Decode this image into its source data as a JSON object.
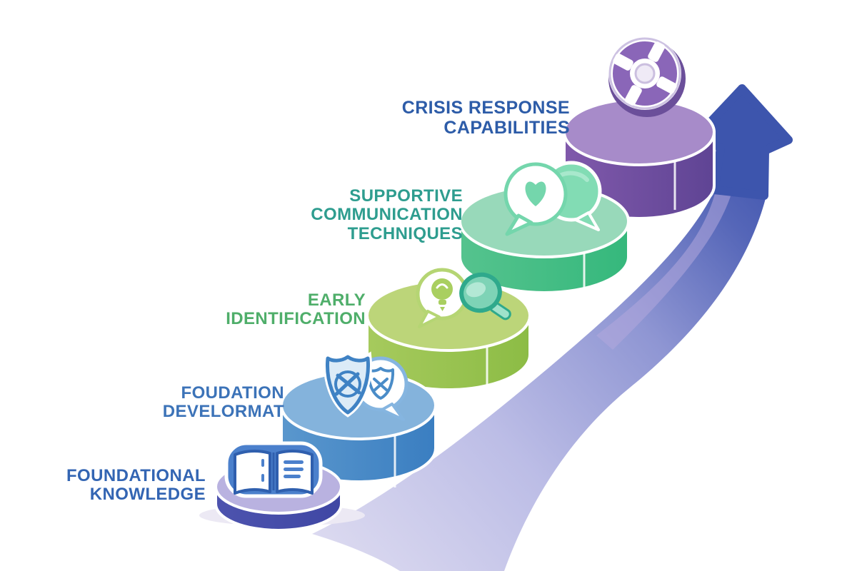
{
  "diagram": {
    "type": "ascending-staircase-infographic",
    "background_color": "#ffffff",
    "arrow": {
      "name": "growth-arrow",
      "direction": "bottom-left to top-right",
      "color_tail": "#dcdaf0",
      "color_mid": "#8f96d3",
      "color_head": "#3d55ad"
    },
    "steps": [
      {
        "order": 1,
        "lines": [
          "FOUNDATIONAL",
          "KNOWLEDGE"
        ],
        "label_color": "#3365b3",
        "icon": "open-book-icon",
        "top_color": "#b9b2e0",
        "face_color": "#4d53ae"
      },
      {
        "order": 2,
        "lines": [
          "FOUDATION",
          "DEVELORMAT"
        ],
        "label_color": "#3c73b8",
        "icon": "shield-chat-icon",
        "top_color": "#84b3dc",
        "face_color": "#4e8fc9"
      },
      {
        "order": 3,
        "lines": [
          "EARLY",
          "IDENTIFICATION"
        ],
        "label_color": "#4fae6a",
        "icon": "idea-magnifier-icon",
        "top_color": "#bcd579",
        "face_color": "#a6ca5d"
      },
      {
        "order": 4,
        "lines": [
          "SUPPORTIVE",
          "COMMUNICATION",
          "TECHNIQUES"
        ],
        "label_color": "#2e9d8f",
        "icon": "heart-chat-icon",
        "top_color": "#98d9ba",
        "face_color": "#55c38e"
      },
      {
        "order": 5,
        "lines": [
          "CRISIS RESPONSE",
          "CAPABILITIES"
        ],
        "label_color": "#2d5ca8",
        "icon": "lifebuoy-icon",
        "top_color": "#a78bc9",
        "face_color": "#8059ab"
      }
    ]
  }
}
